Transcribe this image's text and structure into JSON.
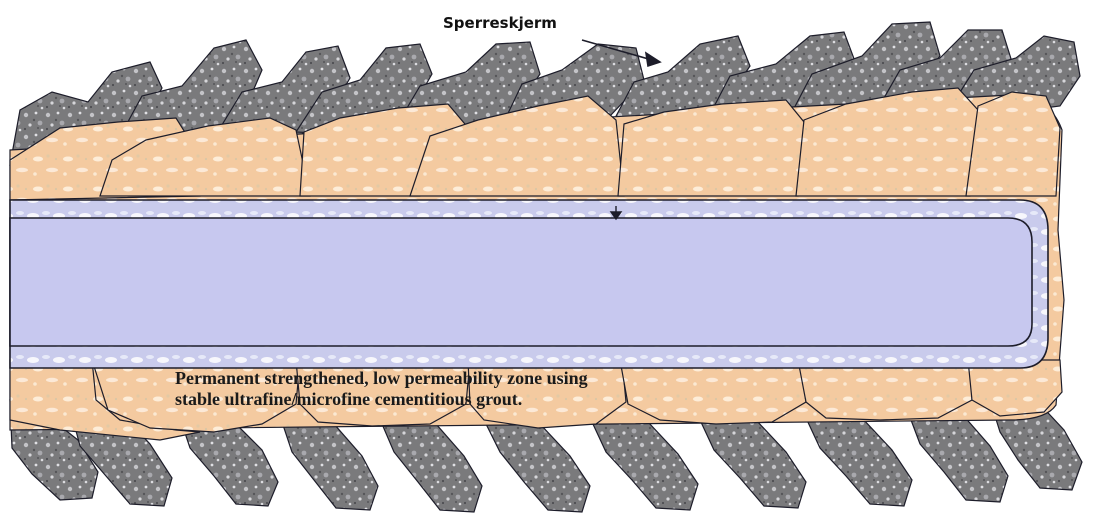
{
  "figure": {
    "annotation_label": "Sperreskjerm",
    "caption_line_1": "Permanent strengthened, low permeability zone using",
    "caption_line_2": "stable ultrafine/microfine cementitious grout."
  },
  "colors": {
    "rock_dark": "#6f6f70",
    "rock_light": "#b9b9bd",
    "grout_zone": "#f4caa0",
    "grout_highlight": "#fff6ea",
    "lining_ring": "#c9cbec",
    "tunnel_core": "#c7c8ef",
    "outline": "#1d1d2a"
  }
}
